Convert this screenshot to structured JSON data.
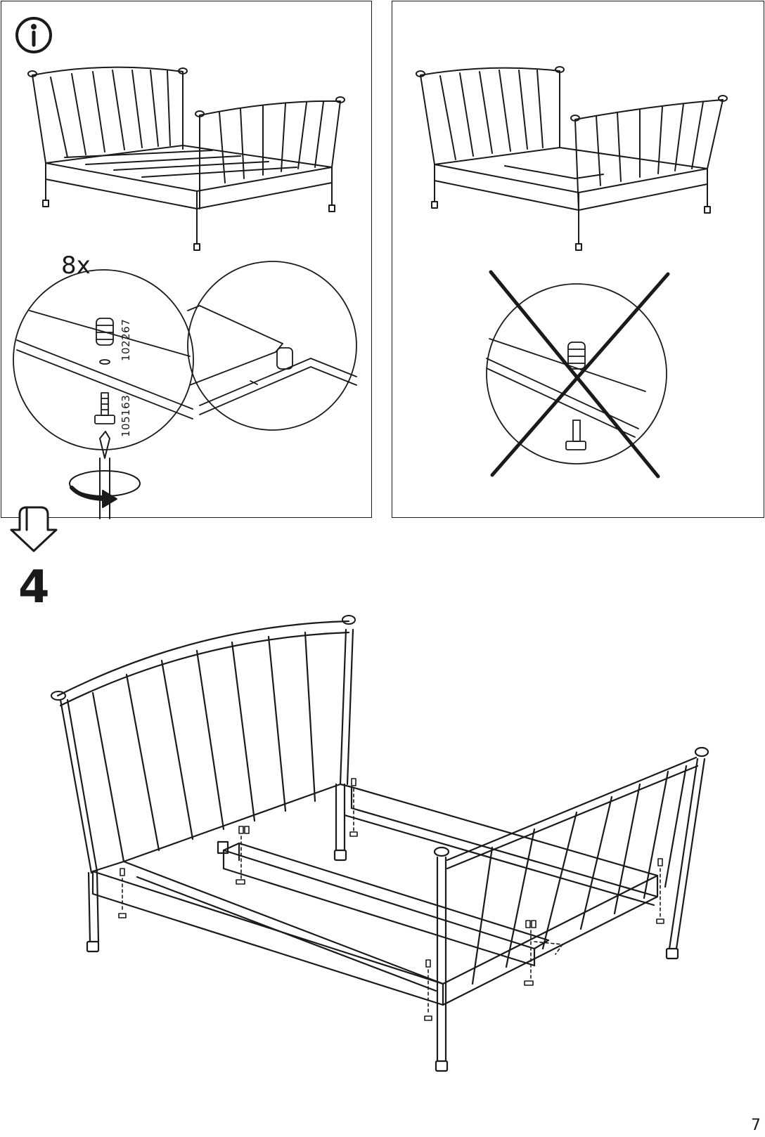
{
  "info_panel": {
    "info_icon": "info-icon",
    "quantity": "8x",
    "part_numbers": [
      "102267",
      "105163"
    ]
  },
  "wrong_panel": {
    "cross_icon": "wrong-cross-icon"
  },
  "next_arrow_icon": "down-arrow-icon",
  "step_number": "4",
  "page_number": "7"
}
